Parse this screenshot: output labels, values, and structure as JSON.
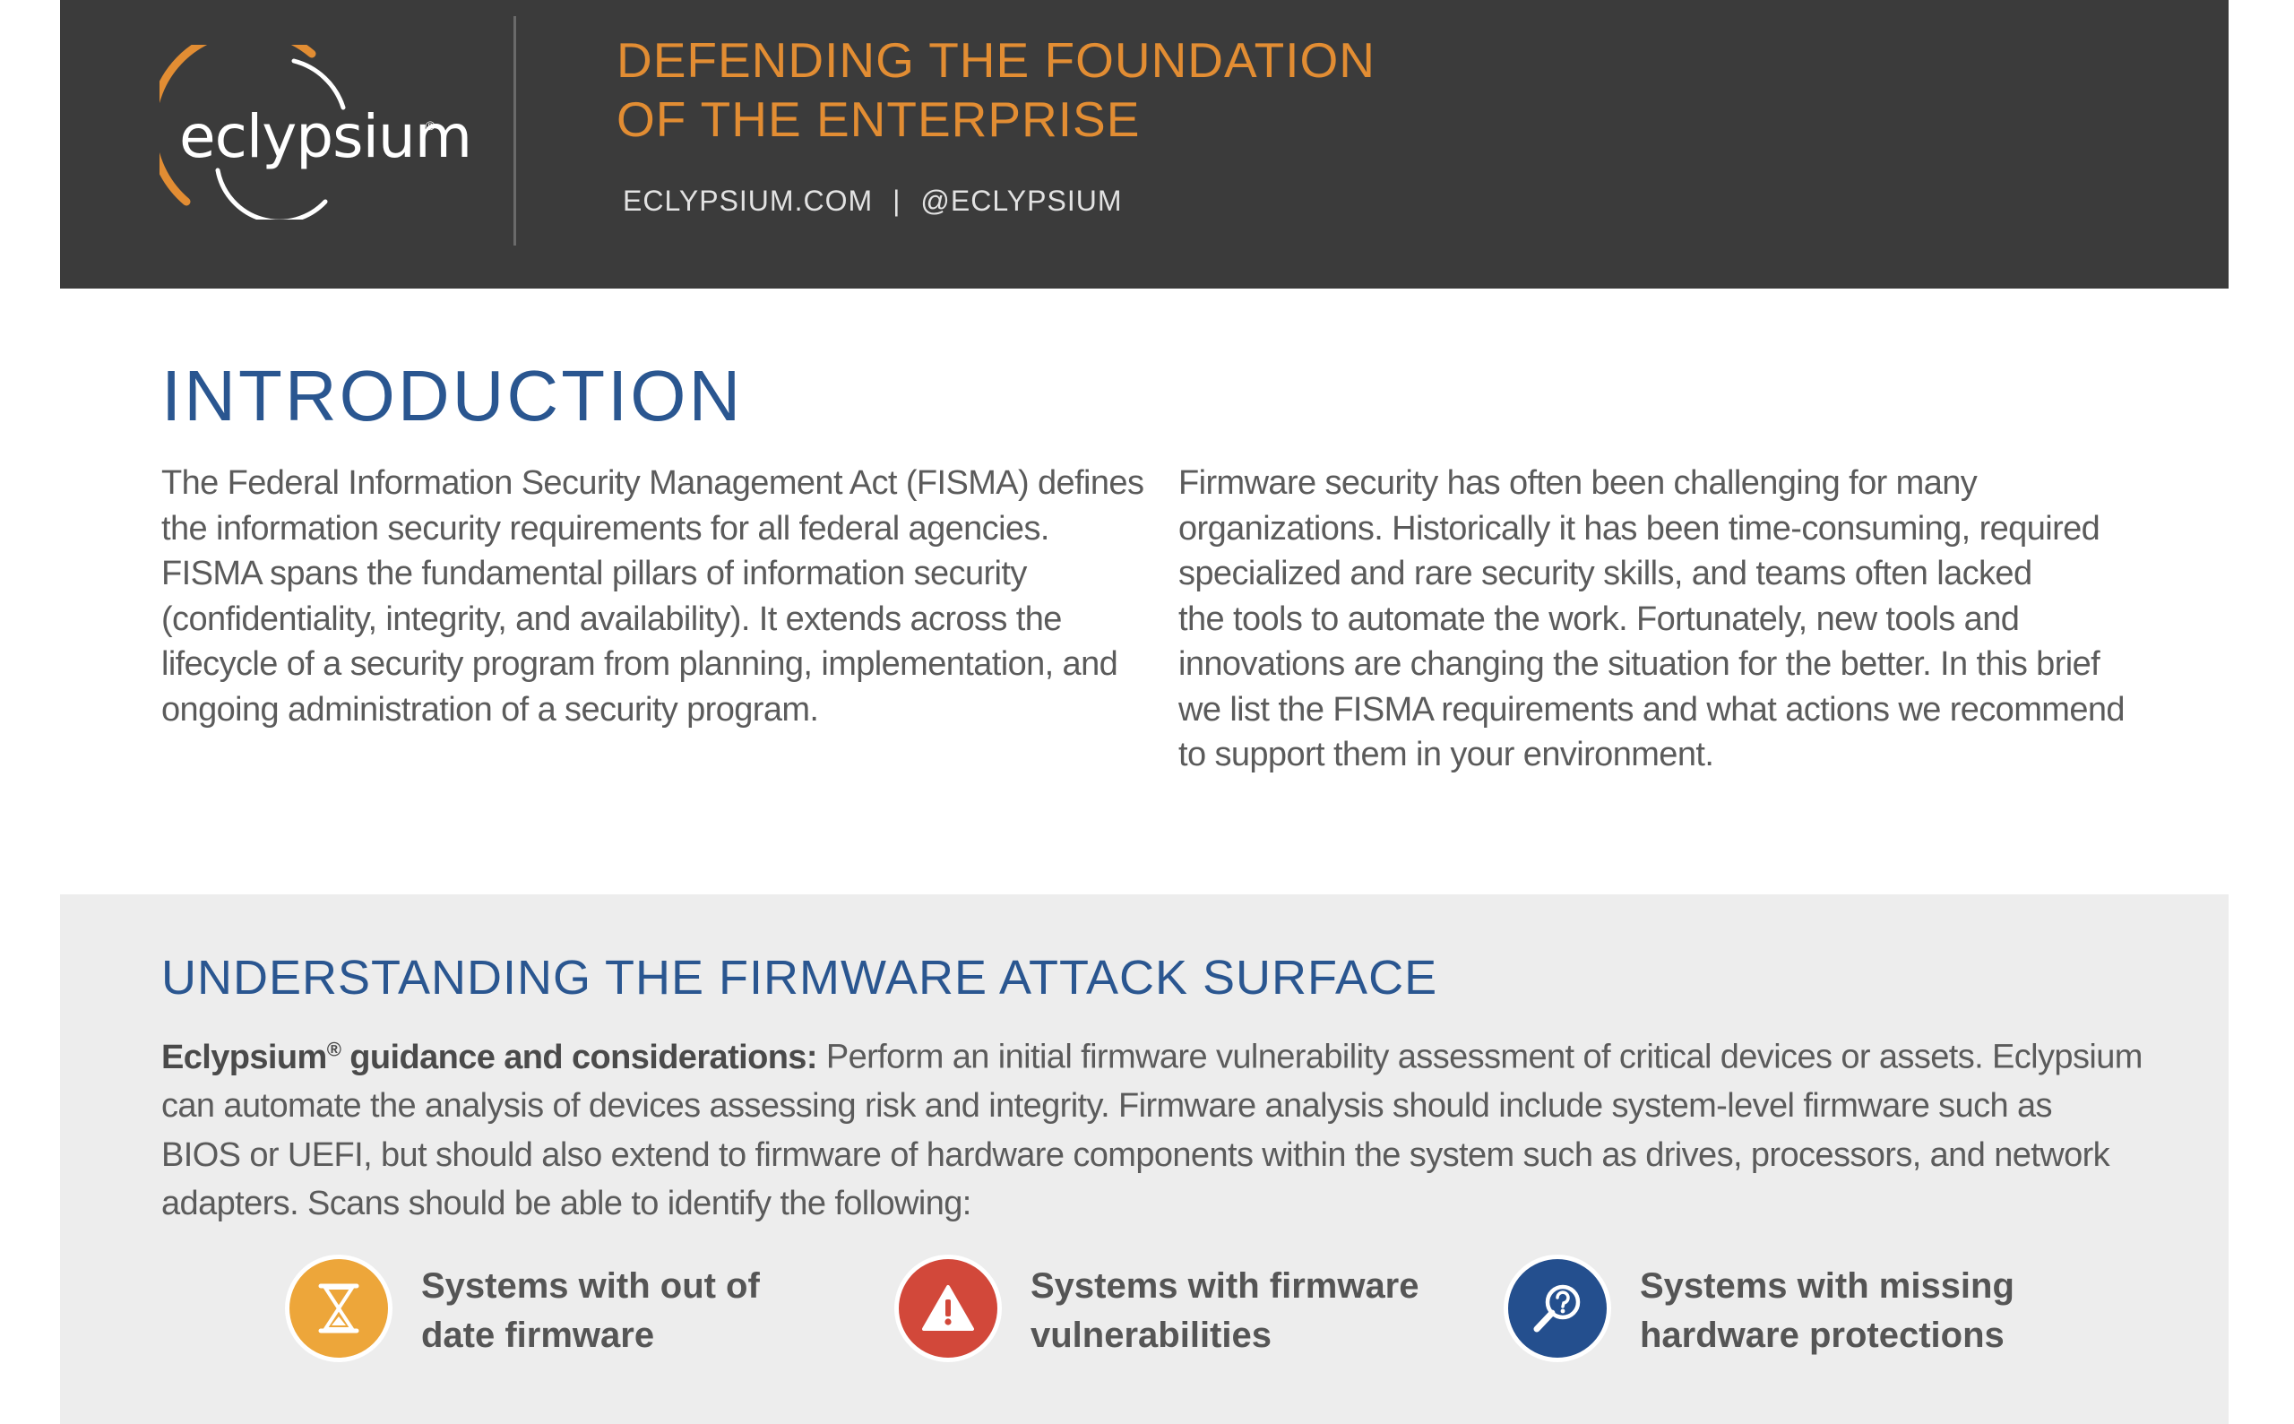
{
  "header": {
    "brand_name": "eclypsium",
    "brand_reg": "®",
    "tagline_line1": "DEFENDING THE FOUNDATION",
    "tagline_line2": "OF THE ENTERPRISE",
    "website": "ECLYPSIUM.COM",
    "separator": "|",
    "social": "@ECLYPSIUM",
    "background_color": "#3b3b3b",
    "accent_color": "#e28d33"
  },
  "introduction": {
    "title": "INTRODUCTION",
    "left_lines": [
      "The Federal Information Security Management Act (FISMA) defines",
      "the information security requirements for all federal agencies.",
      "FISMA spans the fundamental pillars of information security",
      "(confidentiality, integrity, and availability). It extends across the",
      "lifecycle of a security program from planning, implementation, and",
      "ongoing administration of a security program."
    ],
    "right_lines": [
      "Firmware security has often been challenging for many",
      "organizations. Historically it has been time-consuming, required",
      "specialized and rare security skills, and teams often lacked",
      "the tools to automate the work. Fortunately, new tools and",
      "innovations are changing the situation for the better. In this brief",
      "we list the FISMA requirements and what actions we recommend",
      "to support them in your environment."
    ]
  },
  "attack_surface": {
    "title": "UNDERSTANDING THE FIRMWARE ATTACK SURFACE",
    "guidance_bold": "Eclypsium",
    "guidance_reg": "®",
    "guidance_bold_rest": " guidance and considerations:",
    "guidance_line1_rest": " Perform an initial firmware vulnerability assessment of critical devices or assets. Eclypsium",
    "guidance_lines": [
      "can automate the analysis of devices assessing risk and integrity. Firmware analysis should include system-level firmware such as",
      "BIOS or UEFI, but should also extend to firmware of hardware components within the system such as drives, processors, and network",
      "adapters. Scans should be able to identify the following:"
    ],
    "features": [
      {
        "icon": "hourglass-icon",
        "color": "#eda63a",
        "line1": "Systems with out of",
        "line2": "date firmware"
      },
      {
        "icon": "warning-icon",
        "color": "#d2483a",
        "line1": "Systems with firmware",
        "line2": "vulnerabilities"
      },
      {
        "icon": "magnifier-question-icon",
        "color": "#244f8e",
        "line1": "Systems with missing",
        "line2": "hardware protections"
      }
    ]
  }
}
